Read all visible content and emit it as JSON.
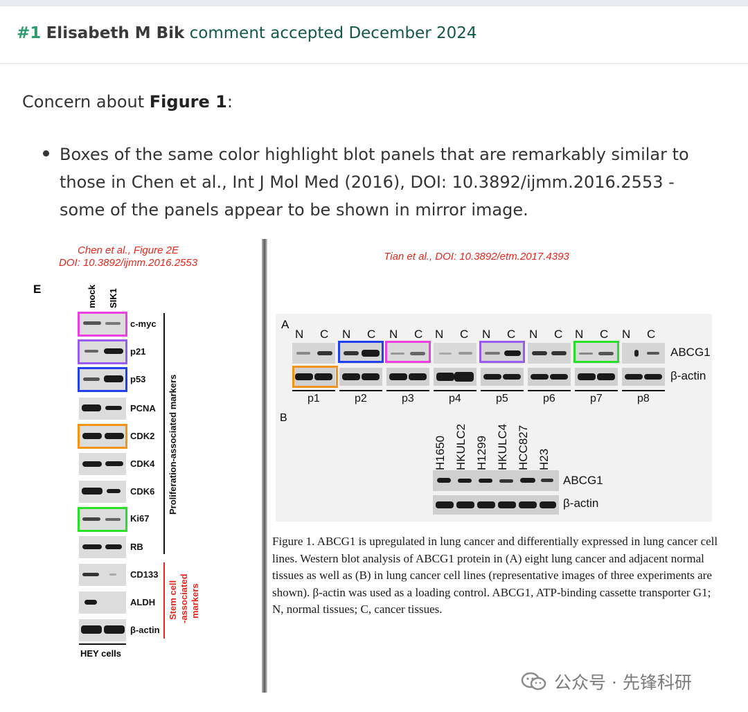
{
  "header": {
    "number": "#1",
    "author": "Elisabeth M Bik",
    "status": "comment accepted December 2024"
  },
  "concern": {
    "prefix": "Concern about ",
    "figure": "Figure 1",
    "suffix": ":"
  },
  "bullet": {
    "text": "Boxes of the same color highlight blot panels that are remarkably similar to those in Chen et al., Int J Mol Med (2016), DOI: 10.3892/ijmm.2016.2553 - some of the panels appear to be shown in mirror image."
  },
  "left_figure": {
    "caption_line1": "Chen et al., Figure 2E",
    "caption_line2": "DOI: 10.3892/ijmm.2016.2553",
    "panel_letter": "E",
    "columns": [
      "mock",
      "SIK1"
    ],
    "rows": [
      "c-myc",
      "p21",
      "p53",
      "PCNA",
      "CDK2",
      "CDK4",
      "CDK6",
      "Ki67",
      "RB",
      "CD133",
      "ALDH",
      "β-actin"
    ],
    "group_proliferation": "Proliferation-associated markers",
    "group_stem": [
      "Stem cell",
      "-associated",
      "markers"
    ],
    "footer": "HEY cells",
    "colors": {
      "magenta": "#ee3fe5",
      "purple": "#9a5bf0",
      "blue": "#1f3ff0",
      "orange": "#f39512",
      "green": "#28e028",
      "red": "#e8261b"
    }
  },
  "right_figure": {
    "source": "Tian et al., DOI: 10.3892/etm.2017.4393",
    "panel_a": "A",
    "panel_b": "B",
    "nc_headers": [
      "N",
      "C",
      "N",
      "C",
      "N",
      "C",
      "N",
      "C",
      "N",
      "C",
      "N",
      "C",
      "N",
      "C",
      "N",
      "C"
    ],
    "pairs": [
      "p1",
      "p2",
      "p3",
      "p4",
      "p5",
      "p6",
      "p7",
      "p8"
    ],
    "blot_a_labels": [
      "ABCG1",
      "β-actin"
    ],
    "cell_lines": [
      "H1650",
      "HKULC2",
      "H1299",
      "HKULC4",
      "HCC827",
      "H23"
    ],
    "blot_b_labels": [
      "ABCG1",
      "β-actin"
    ],
    "caption": "Figure 1. ABCG1 is upregulated in lung cancer and differentially expressed in lung cancer cell lines. Western blot analysis of ABCG1 protein in (A) eight lung cancer and adjacent normal tissues as well as (B) in lung cancer cell lines (representative images of three experiments are shown). β-actin was used as a loading control. ABCG1, ATP-binding cassette transporter G1; N, normal tissues; C, cancer tissues."
  },
  "watermark": "公众号 · 先锋科研"
}
